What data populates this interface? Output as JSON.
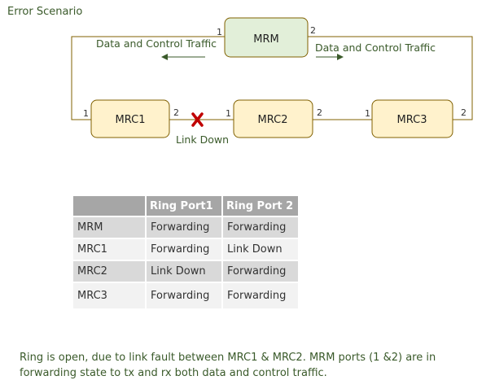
{
  "title": "Error Scenario",
  "nodes": {
    "mrm": "MRM",
    "mrc1": "MRC1",
    "mrc2": "MRC2",
    "mrc3": "MRC3"
  },
  "ports": {
    "mrm_p1": "1",
    "mrm_p2": "2",
    "mrc1_p1": "1",
    "mrc1_p2": "2",
    "mrc2_p1": "1",
    "mrc2_p2": "2",
    "mrc3_p1": "1",
    "mrc3_p2": "2"
  },
  "traffic_left": "Data and Control Traffic",
  "traffic_right": "Data and Control Traffic",
  "link_down": "Link Down",
  "table": {
    "headers": [
      "",
      "Ring Port1",
      "Ring Port 2"
    ],
    "rows": [
      [
        "MRM",
        "Forwarding",
        "Forwarding"
      ],
      [
        "MRC1",
        "Forwarding",
        "Link Down"
      ],
      [
        "MRC2",
        "Link Down",
        "Forwarding"
      ],
      [
        "MRC3",
        "Forwarding",
        "Forwarding"
      ]
    ]
  },
  "note": "Ring is open, due to link fault between MRC1 & MRC2. MRM ports (1 &2) are in forwarding state to tx and rx both data and control traffic.",
  "colors": {
    "mrm_fill": "#e2efd9",
    "mrc_fill": "#fff2cc",
    "ring_line": "#806000",
    "fault_mark": "#c00000"
  }
}
